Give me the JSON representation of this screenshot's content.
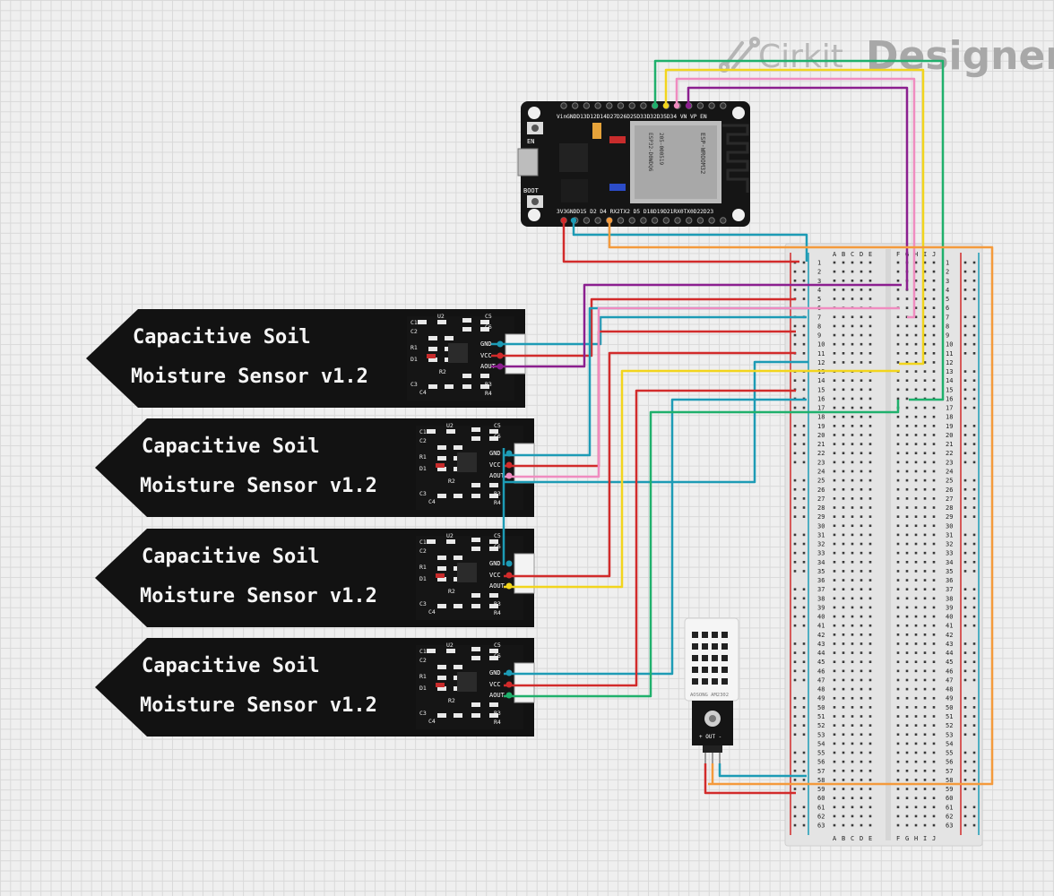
{
  "logo": {
    "brand": "Cirkit",
    "product": "Designer",
    "icon": "cirkit-logo-icon"
  },
  "esp32": {
    "top_pins_label": "VinGNDD13D12D14D27D26D25D33D32D35D34  VN  VP  EN",
    "bottom_pins_label": "3V3GNDD15  D2   D4  RX2TX2  D5  D18D19D21RX0TX0D22D23",
    "en_label": "EN",
    "boot_label": "BOOT",
    "module_label": "ESP-WROOM32",
    "module_code": "205-000519",
    "module_id": "ESP32-D0WDQ6"
  },
  "soil_sensors": [
    {
      "line1": "Capacitive Soil",
      "line2": "Moisture Sensor v1.2",
      "pin_gnd": "GND",
      "pin_vcc": "VCC",
      "pin_aout": "AOUT"
    },
    {
      "line1": "Capacitive Soil",
      "line2": "Moisture Sensor v1.2",
      "pin_gnd": "GND",
      "pin_vcc": "VCC",
      "pin_aout": "AOUT"
    },
    {
      "line1": "Capacitive Soil",
      "line2": "Moisture Sensor v1.2",
      "pin_gnd": "GND",
      "pin_vcc": "VCC",
      "pin_aout": "AOUT"
    },
    {
      "line1": "Capacitive Soil",
      "line2": "Moisture Sensor v1.2",
      "pin_gnd": "GND",
      "pin_vcc": "VCC",
      "pin_aout": "AOUT"
    }
  ],
  "sensor_parts": [
    "U2",
    "C5",
    "C1",
    "C2",
    "C6",
    "R1",
    "D1",
    "R2",
    "C3",
    "C4",
    "R3",
    "R4"
  ],
  "dht": {
    "brand": "AOSONG AM2302",
    "pins": "+ OUT -"
  },
  "breadboard": {
    "cols_left": [
      "A",
      "B",
      "C",
      "D",
      "E"
    ],
    "cols_right": [
      "F",
      "G",
      "H",
      "I",
      "J"
    ],
    "row_count": 63
  },
  "wire_colors": {
    "red": "#d22b2b",
    "teal": "#1d9bb5",
    "purple": "#8b1f8f",
    "pink": "#f08cc0",
    "yellow": "#f2d51c",
    "green": "#1fb06c",
    "orange": "#f49a3c"
  }
}
